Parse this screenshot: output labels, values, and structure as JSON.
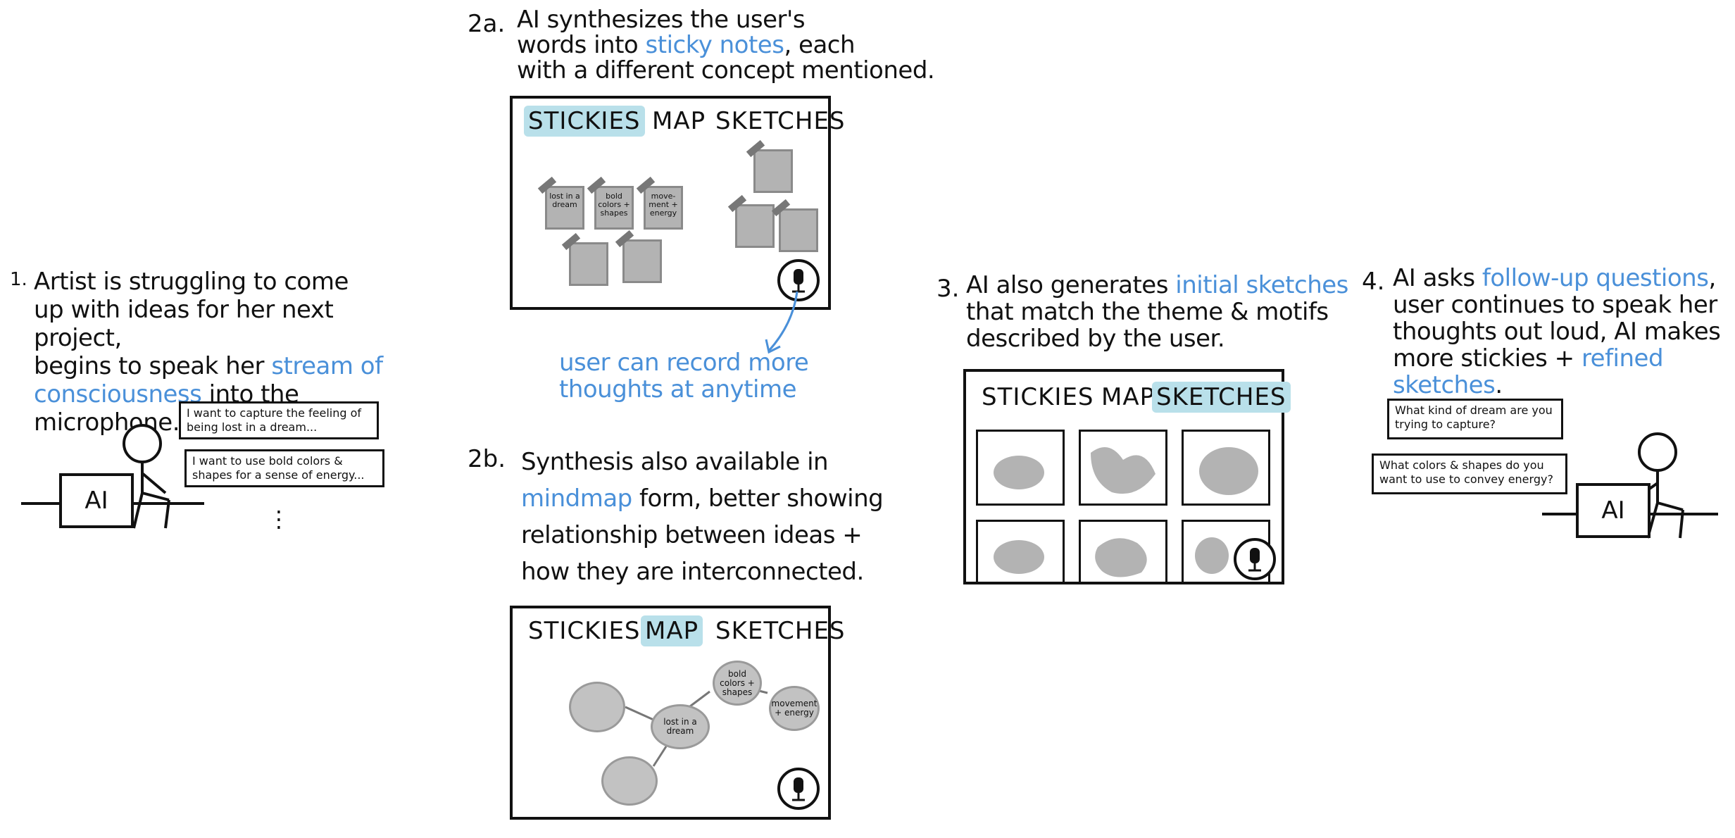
{
  "step1": {
    "number": "1.",
    "lines": [
      "Artist is struggling to come",
      "up with ideas for her next project,",
      "begins to speak her "
    ],
    "highlight": "stream of",
    "highlight2": "consciousness",
    "tail": " into the microphone.",
    "bubble1": "I want to capture the feeling of being lost in a dream...",
    "bubble2": "I want to use bold colors & shapes for a sense of energy...",
    "ai_label": "AI",
    "ellipsis": "⋮"
  },
  "step2a": {
    "number": "2a.",
    "line1": "AI synthesizes the user's",
    "line2_pre": "words into ",
    "line2_hl": "sticky notes",
    "line2_post": ", each",
    "line3": "with a different concept mentioned.",
    "tabs": [
      "STICKIES",
      "MAP",
      "SKETCHES"
    ],
    "stickies": [
      "lost in a dream",
      "bold colors + shapes",
      "move-ment + energy"
    ],
    "note_line1": "user can record more",
    "note_line2": "thoughts at anytime"
  },
  "step2b": {
    "number": "2b.",
    "line1": "Synthesis also available in",
    "line2_hl": "mindmap",
    "line2_post": " form, better showing",
    "line3": "relationship between ideas +",
    "line4": "how they are interconnected.",
    "tabs": [
      "STICKIES",
      "MAP",
      "SKETCHES"
    ],
    "nodes": [
      "lost in a dream",
      "bold colors + shapes",
      "movement + energy"
    ]
  },
  "step3": {
    "number": "3.",
    "line1_pre": "AI also generates ",
    "line1_hl": "initial sketches",
    "line2": "that match the theme & motifs",
    "line3": "described by the user.",
    "tabs": [
      "STICKIES",
      "MAP",
      "SKETCHES"
    ]
  },
  "step4": {
    "number": "4.",
    "line1_pre": "AI asks ",
    "line1_hl": "follow-up questions",
    "line1_post": ",",
    "line2": "user continues to speak her",
    "line3": "thoughts out loud, AI makes",
    "line4_pre": "more stickies + ",
    "line4_hl": "refined sketches",
    "line4_post": ".",
    "bubble1": "What kind of dream are you trying to capture?",
    "bubble2": "What colors & shapes do you want to use to convey energy?",
    "ai_label": "AI"
  },
  "colors": {
    "accent": "#4a90d9",
    "tab_highlight": "#b9e0ea",
    "sketch_gray": "#b3b3b3"
  },
  "icons": [
    "microphone-icon",
    "person-icon"
  ]
}
